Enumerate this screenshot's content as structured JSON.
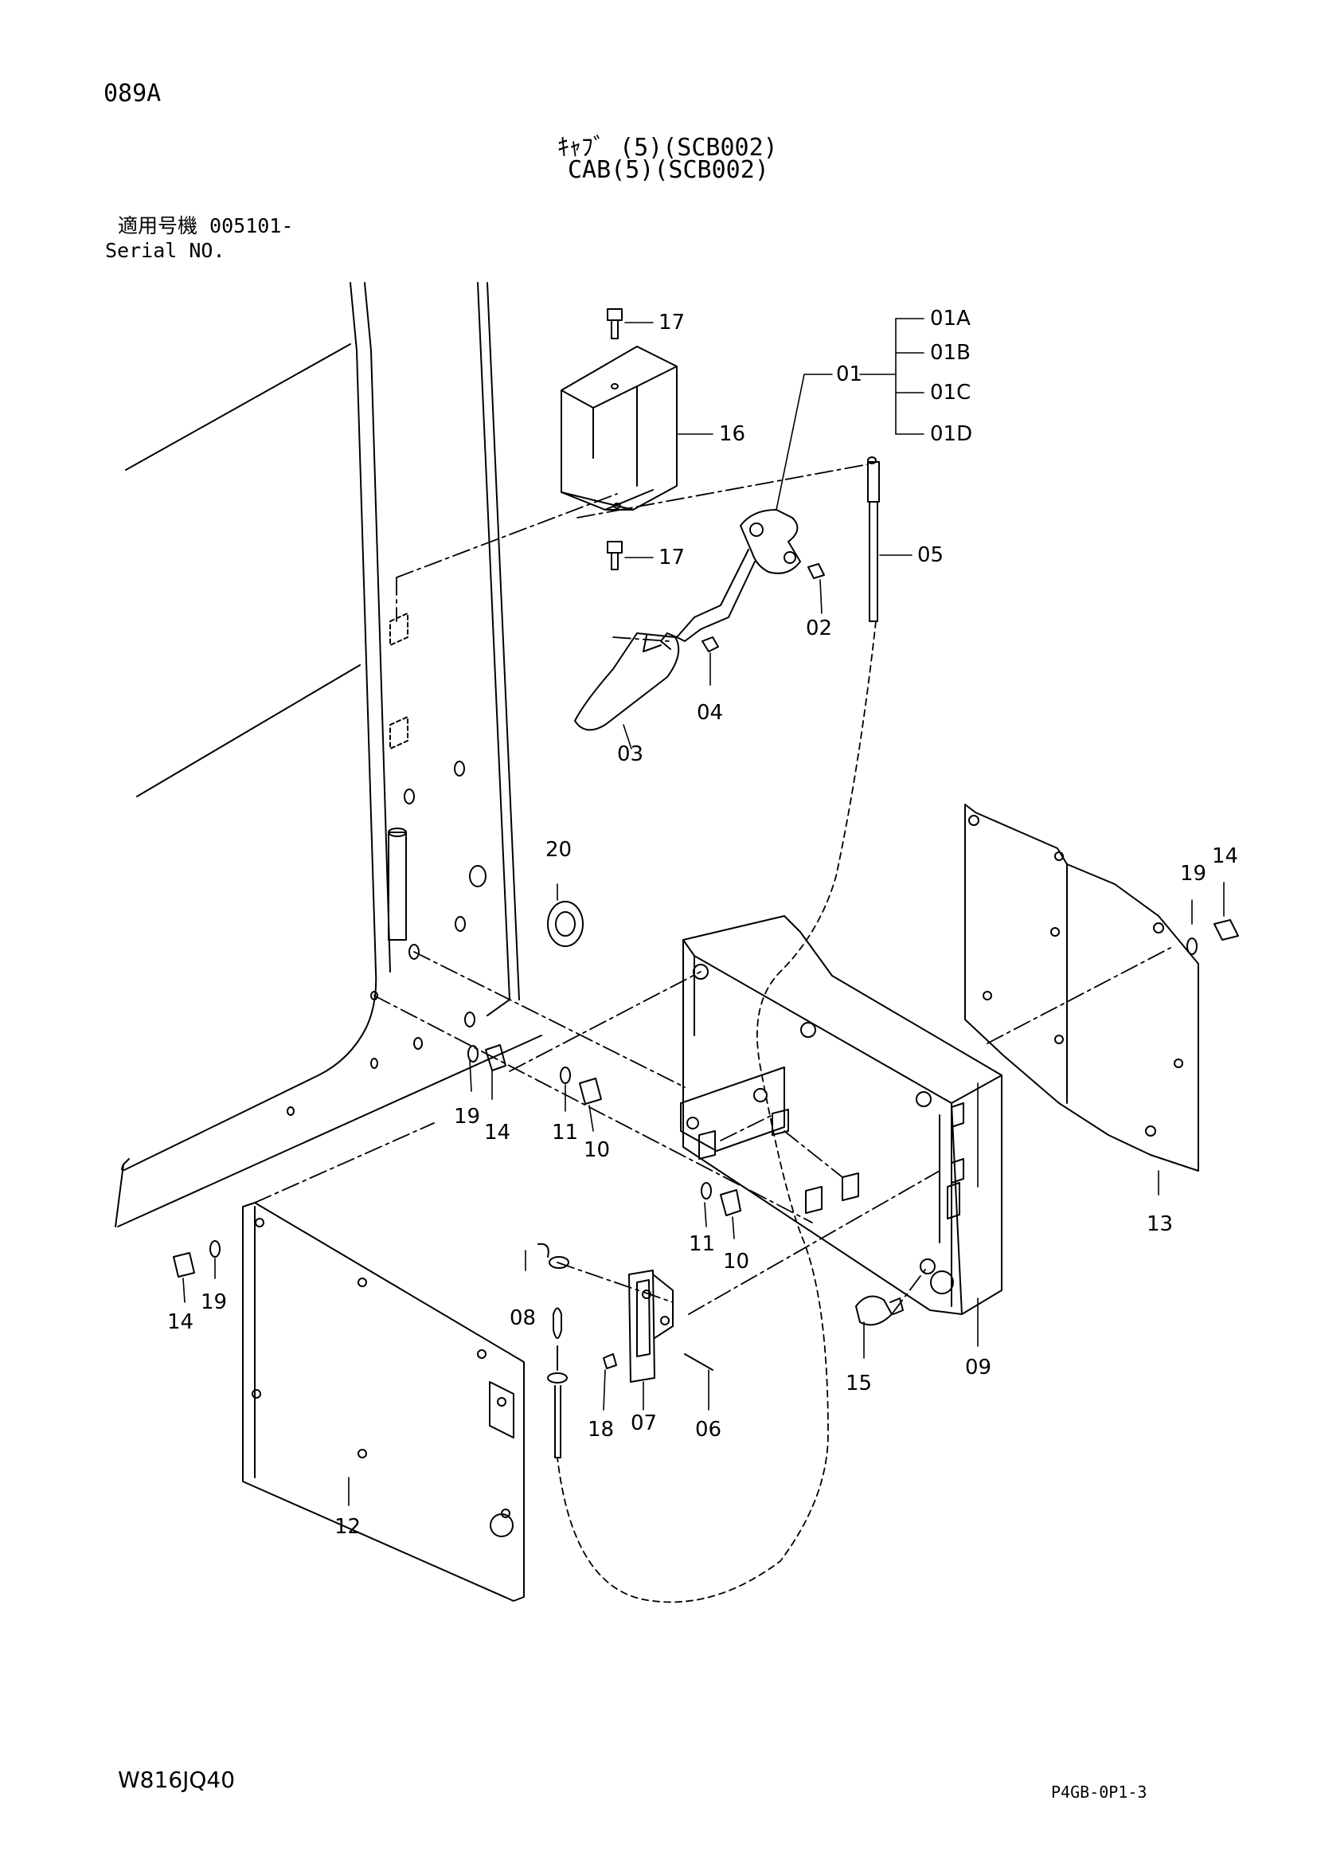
{
  "header": {
    "page_id": "089A",
    "title_jp": "ｷｬﾌﾞ (5)(SCB002)",
    "title_en": "CAB(5)(SCB002)",
    "serial_jp": "適用号機 005101-",
    "serial_en": "Serial NO."
  },
  "callouts": {
    "c01": "01",
    "c01A": "01A",
    "c01B": "01B",
    "c01C": "01C",
    "c01D": "01D",
    "c02": "02",
    "c03": "03",
    "c04": "04",
    "c05": "05",
    "c06": "06",
    "c07": "07",
    "c08": "08",
    "c09": "09",
    "c10a": "10",
    "c10b": "10",
    "c11a": "11",
    "c11b": "11",
    "c12": "12",
    "c13": "13",
    "c14a": "14",
    "c14b": "14",
    "c14c": "14",
    "c15": "15",
    "c16": "16",
    "c17a": "17",
    "c17b": "17",
    "c18": "18",
    "c19a": "19",
    "c19b": "19",
    "c19c": "19",
    "c20": "20"
  },
  "footer": {
    "drawing_no": "W816JQ40",
    "code": "P4GB-0P1-3"
  }
}
